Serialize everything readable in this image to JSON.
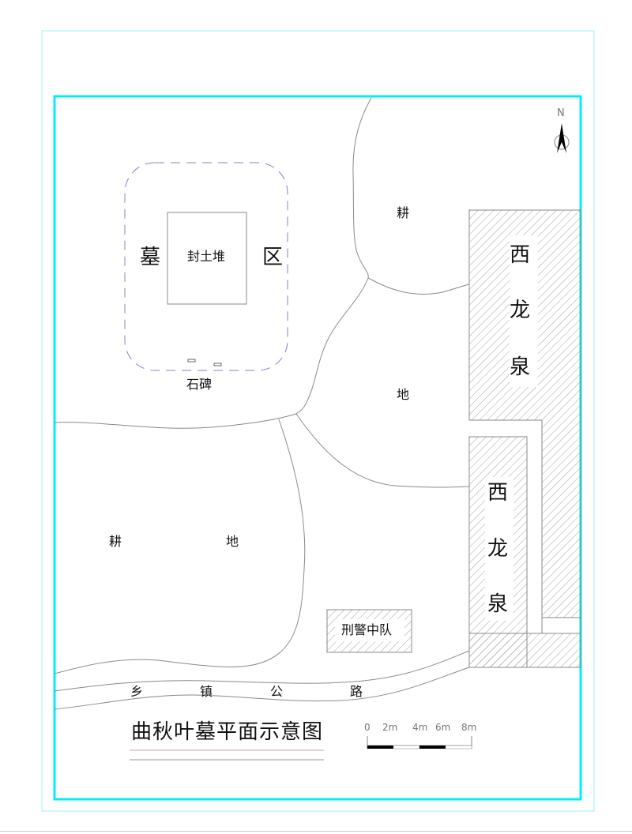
{
  "map": {
    "title": "曲秋叶墓平面示意图",
    "north_label": "N",
    "tomb_area": {
      "left": "墓",
      "right": "区",
      "mound": "封土堆",
      "stele": "石碑"
    },
    "farmland_ne": {
      "top": "耕",
      "bottom": "地"
    },
    "farmland_sw": {
      "left": "耕",
      "right": "地"
    },
    "spring_upper": [
      "西",
      "龙",
      "泉"
    ],
    "spring_lower": [
      "西",
      "龙",
      "泉"
    ],
    "police": "刑警中队",
    "road": [
      "乡",
      "镇",
      "公",
      "路"
    ],
    "scale": {
      "ticks": [
        "0",
        "2m",
        "4m",
        "6m",
        "8m"
      ]
    },
    "colors": {
      "frame": "#00f0f0",
      "outer_frame": "#a0f0f0",
      "boundary": "#8080d0",
      "line": "#888888",
      "title_rule": "#c8a0b0"
    }
  }
}
